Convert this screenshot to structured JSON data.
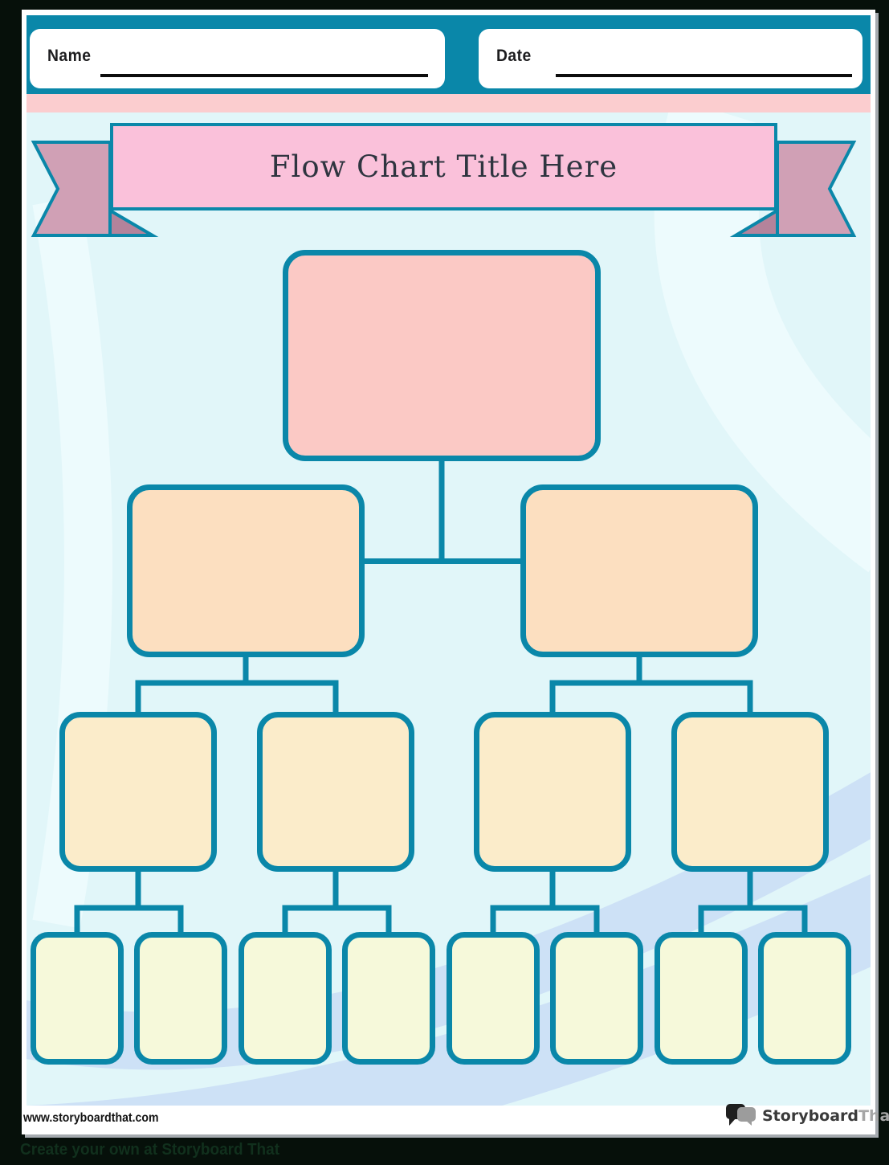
{
  "header": {
    "name_label": "Name",
    "name_value": "",
    "date_label": "Date",
    "date_value": ""
  },
  "banner": {
    "title": "Flow Chart Title Here"
  },
  "flowchart": {
    "node_counts": {
      "level_1": 1,
      "level_2": 2,
      "level_3": 4,
      "level_4": 8
    },
    "node_values": {
      "level_1": [
        ""
      ],
      "level_2": [
        "",
        ""
      ],
      "level_3": [
        "",
        "",
        "",
        ""
      ],
      "level_4": [
        "",
        "",
        "",
        "",
        "",
        "",
        "",
        ""
      ]
    },
    "node_fill_colors": {
      "level_1": "#fbc9c5",
      "level_2": "#fcdfc0",
      "level_3": "#fbecca",
      "level_4": "#f6f9da"
    },
    "connector_color": "#0a87a9"
  },
  "footer": {
    "website_url": "www.storyboardthat.com",
    "logo_text_primary": "Storyboard",
    "logo_text_secondary": "That"
  },
  "bottom_bar": {
    "text": "Create your own at Storyboard That"
  },
  "colors": {
    "frame": "#06100a",
    "header_teal": "#0a87a9",
    "pink_strip": "#fbcdcf",
    "banner_pink": "#fac1da",
    "ribbon_mauve": "#d0a0b5",
    "ribbon_fold": "#b4839b",
    "background_cyan": "#e1f6f9",
    "swoosh_blue": "#cde1f6",
    "page_white": "#ffffff"
  }
}
